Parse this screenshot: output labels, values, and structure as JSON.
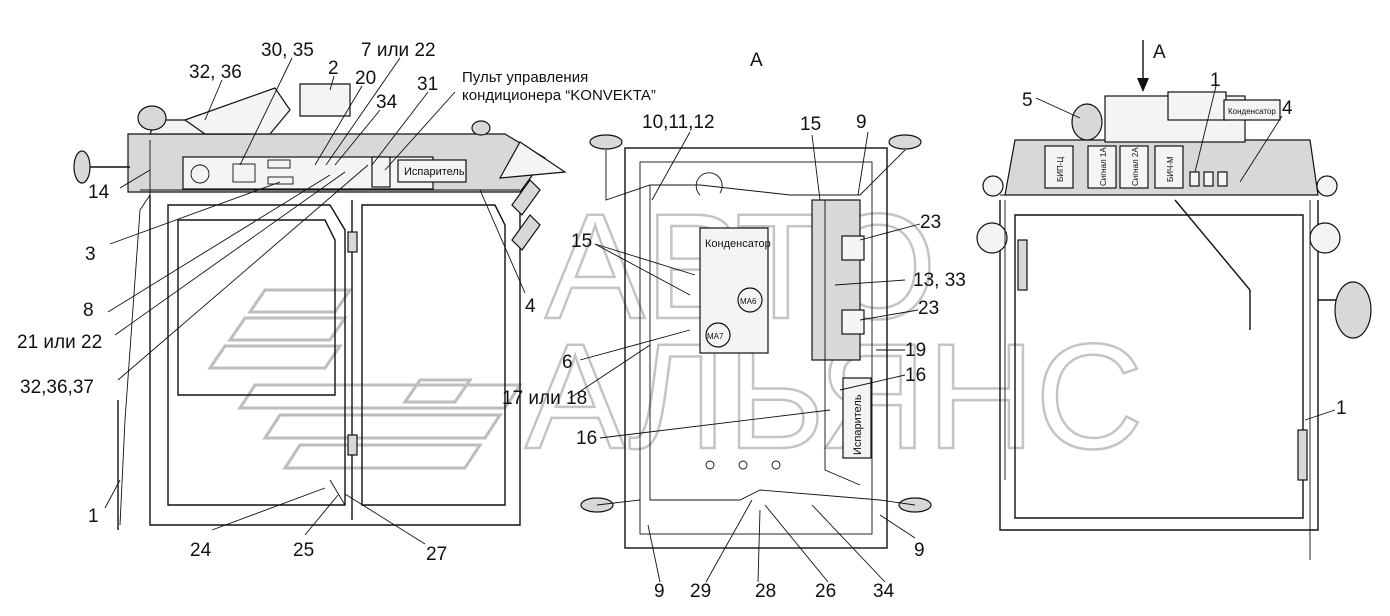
{
  "view_label": "А",
  "arrow_label": "А",
  "callouts": {
    "left": [
      "30, 35",
      "7 или 22",
      "32, 36",
      "2",
      "20",
      "31",
      "34",
      "14",
      "3",
      "8",
      "21 или 22",
      "4",
      "32,36,37",
      "1",
      "24",
      "25",
      "27"
    ],
    "middle": [
      "10,11,12",
      "15",
      "9",
      "15",
      "23",
      "13, 33",
      "23",
      "6",
      "19",
      "16",
      "17 или 18",
      "16",
      "9",
      "29",
      "28",
      "26",
      "34",
      "9"
    ],
    "right": [
      "5",
      "1",
      "4",
      "1"
    ]
  },
  "notes": {
    "konvekta_line1": "Пульт управления",
    "konvekta_line2": "кондиционера “KONVEKTA”",
    "isparitel": "Испаритель",
    "kondensator_mid": "Конденсатор",
    "ma6": "МА6",
    "ma7": "МА7",
    "isparitel_mid": "Испаритель",
    "kondensator_right": "Конденсатор",
    "bip_ts": "БИП-Ц",
    "signal_1a": "Сигнал 1А",
    "signal_2a": "Сигнал 2А",
    "bich_m": "БИЧ-М"
  },
  "watermark": {
    "line1": "АВТО",
    "line2": "АЛЬЯНС"
  }
}
